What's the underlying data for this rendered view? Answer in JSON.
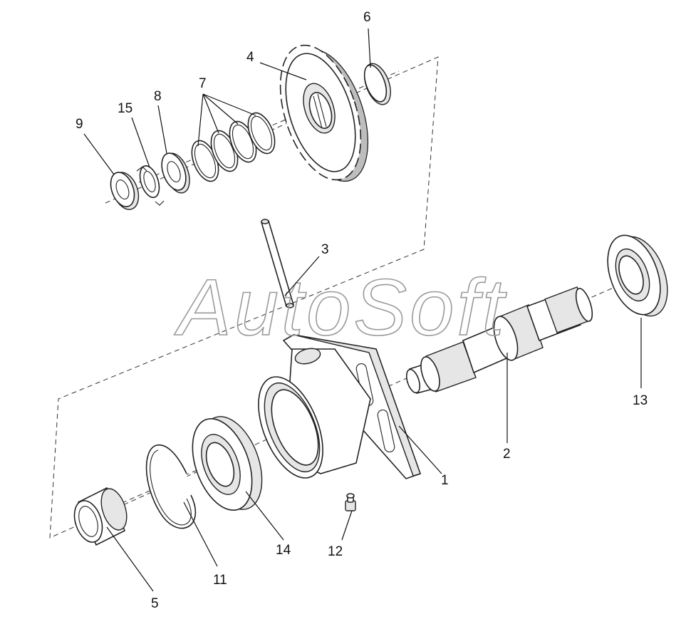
{
  "watermark": "AutoSoft",
  "callouts": {
    "c1": "1",
    "c2": "2",
    "c3": "3",
    "c4": "4",
    "c5": "5",
    "c6": "6",
    "c7": "7",
    "c8": "8",
    "c9": "9",
    "c11": "11",
    "c12": "12",
    "c13": "13",
    "c14": "14",
    "c15": "15"
  },
  "colors": {
    "line": "#222222",
    "watermark": "#9a9a9a",
    "background": "#ffffff"
  }
}
